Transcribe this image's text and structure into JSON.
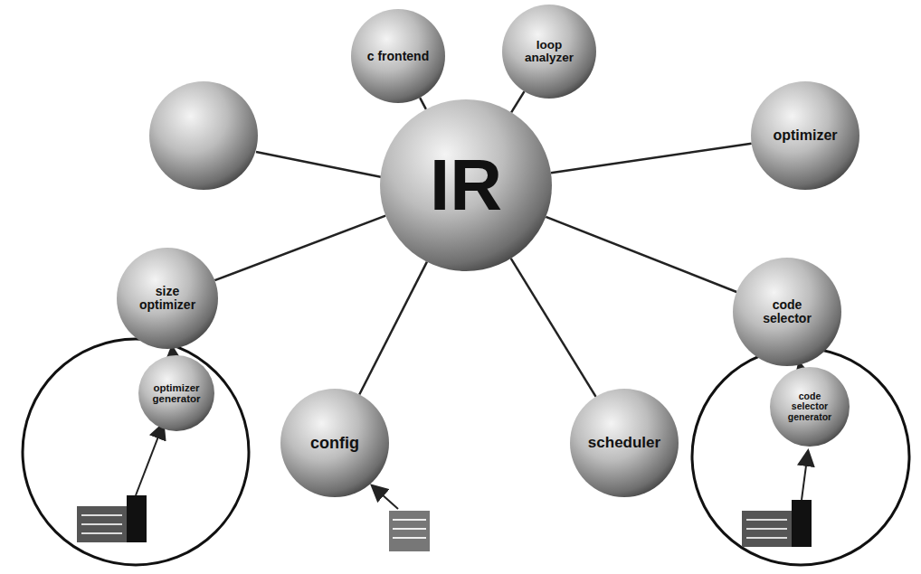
{
  "diagram": {
    "nodes": [
      {
        "text": [
          "c frontend"
        ]
      },
      {
        "text": [
          "loop analyzer"
        ]
      },
      {
        "text": [
          "IR"
        ]
      },
      {
        "text": [
          "optimizer"
        ]
      },
      {
        "text": [
          "size optimizer"
        ]
      },
      {
        "text": [
          "code selector"
        ]
      },
      {
        "text": [
          "optimizer generator"
        ]
      },
      {
        "text": [
          "config"
        ]
      },
      {
        "text": [
          "scheduler"
        ]
      },
      {
        "text": [
          "code selector generator"
        ]
      }
    ],
    "edges": [
      {
        "from": 0,
        "to": 2,
        "arrow": "none"
      },
      {
        "from": 1,
        "to": 2,
        "arrow": "none"
      },
      {
        "from": 3,
        "to": 2,
        "arrow": "none"
      },
      {
        "from": 4,
        "to": 2,
        "arrow": "none"
      },
      {
        "from": 5,
        "to": 2,
        "arrow": "none"
      },
      {
        "from": 7,
        "to": 2,
        "arrow": "none"
      },
      {
        "from": 8,
        "to": 2,
        "arrow": "none"
      },
      {
        "from": 6,
        "to": 4,
        "arrow": "to"
      },
      {
        "from": 9,
        "to": 5,
        "arrow": "to"
      }
    ]
  }
}
